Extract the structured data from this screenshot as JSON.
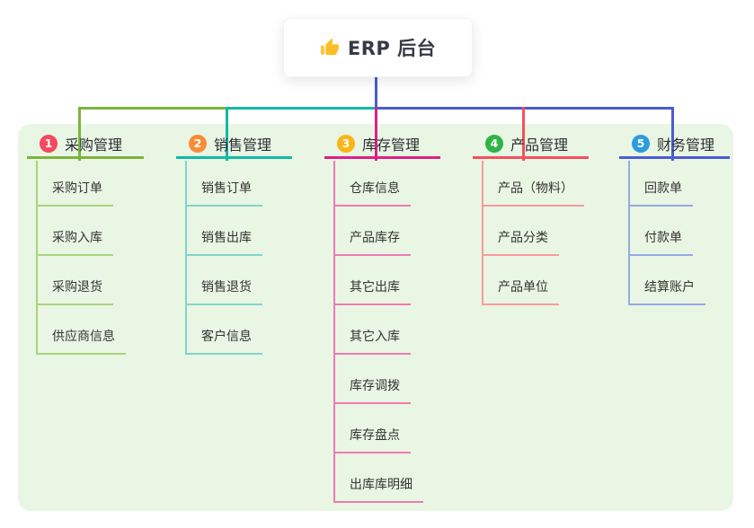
{
  "root": {
    "title": "ERP 后台",
    "icon": "thumbs-up-icon",
    "icon_color": "#ffc83d"
  },
  "canvas": {
    "page_background": "#ffffff",
    "panel_background": "#e9f6e3"
  },
  "connector_colors": {
    "root_line": "#4a5cd2",
    "bus_segments": [
      "#7db43e",
      "#13b9a5",
      "#4a5cd2"
    ]
  },
  "branches": [
    {
      "index": "1",
      "label": "采购管理",
      "badge_color": "#f5495f",
      "line_color": "#7db43e",
      "sub_line_color": "#a9d37f",
      "children": [
        "采购订单",
        "采购入库",
        "采购退货",
        "供应商信息"
      ]
    },
    {
      "index": "2",
      "label": "销售管理",
      "badge_color": "#f98c37",
      "line_color": "#13b9a5",
      "sub_line_color": "#7fd6c8",
      "children": [
        "销售订单",
        "销售出库",
        "销售退货",
        "客户信息"
      ]
    },
    {
      "index": "3",
      "label": "库存管理",
      "badge_color": "#fbb515",
      "line_color": "#df1f87",
      "sub_line_color": "#f07ab4",
      "children": [
        "仓库信息",
        "产品库存",
        "其它出库",
        "其它入库",
        "库存调拨",
        "库存盘点",
        "出库库明细"
      ]
    },
    {
      "index": "4",
      "label": "产品管理",
      "badge_color": "#2fb347",
      "line_color": "#f5505c",
      "sub_line_color": "#f89ba0",
      "children": [
        "产品（物料）",
        "产品分类",
        "产品单位"
      ]
    },
    {
      "index": "5",
      "label": "财务管理",
      "badge_color": "#2b9ce0",
      "line_color": "#4a5cd2",
      "sub_line_color": "#97a9e4",
      "children": [
        "回款单",
        "付款单",
        "结算账户"
      ]
    }
  ]
}
